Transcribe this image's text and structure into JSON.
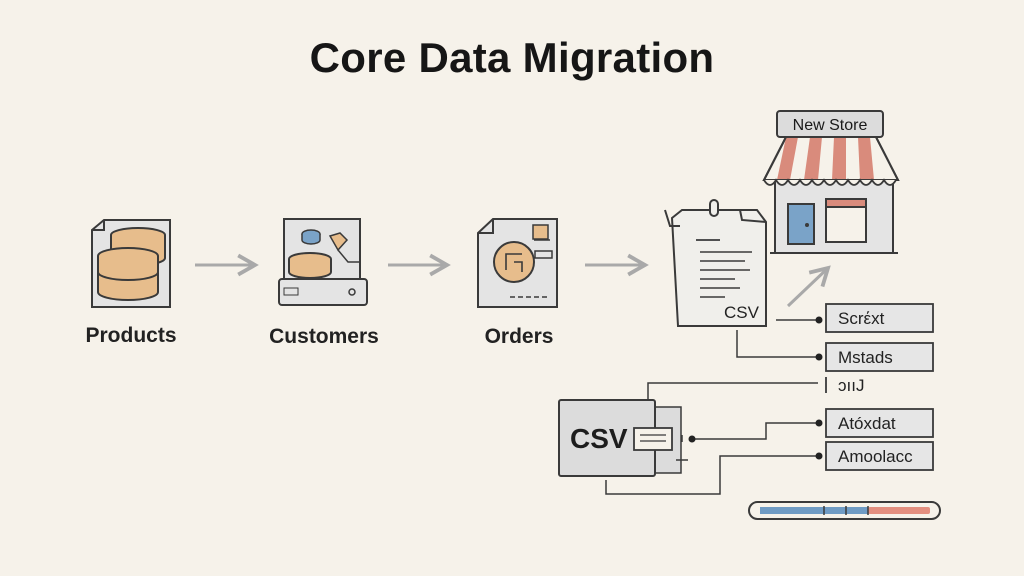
{
  "title": "Core Data Migration",
  "stages": [
    {
      "label": "Products",
      "icon": "database-stack-icon"
    },
    {
      "label": "Customers",
      "icon": "customer-data-icon"
    },
    {
      "label": "Orders",
      "icon": "order-document-icon"
    }
  ],
  "store": {
    "label": "New Store",
    "icon": "storefront-icon"
  },
  "csv_document": {
    "label": "CSV",
    "icon": "csv-file-icon"
  },
  "csv_box": {
    "label": "CSV",
    "icon": "csv-box-icon"
  },
  "fields": [
    "Scrέxt",
    "Mstads",
    "ɔııJ",
    "Atóxdat",
    "Amoolacc"
  ],
  "progress_bar": {
    "segments_colors": [
      "#6f9bc4",
      "#6f9bc4",
      "#6f9bc4",
      "#e38f80"
    ]
  },
  "colors": {
    "background": "#f6f2ea",
    "icon_fill": "#dcdcdc",
    "database": "#e7bd8c",
    "awning_red": "#d98b7c",
    "door_blue": "#7aa3c8",
    "arrow": "#a9a9a9"
  }
}
